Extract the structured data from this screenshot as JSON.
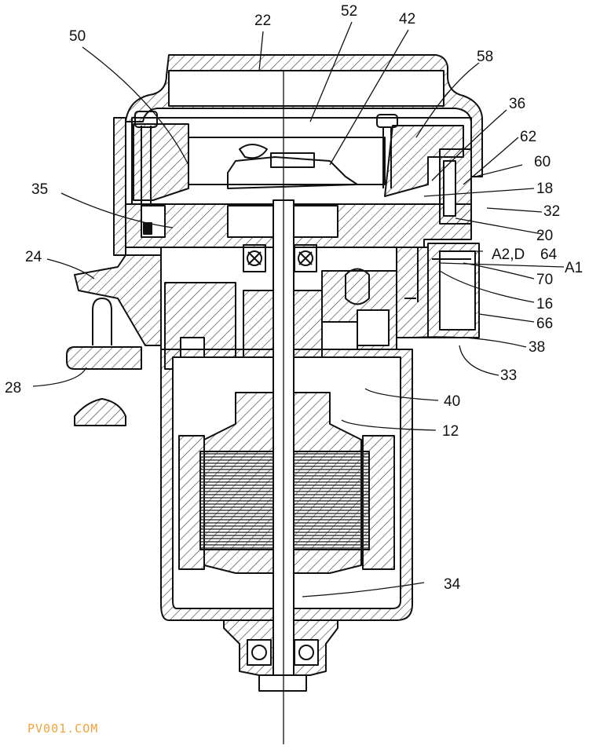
{
  "drawing": {
    "line_color": "#111111",
    "hatch_color": "#333333",
    "labels": {
      "l22": "22",
      "l52": "52",
      "l42": "42",
      "l50": "50",
      "l58": "58",
      "l36": "36",
      "l62": "62",
      "l60": "60",
      "l35": "35",
      "l18": "18",
      "l32": "32",
      "l20": "20",
      "l24": "24",
      "lA2D": "A2,D",
      "l64": "64",
      "lA1": "A1",
      "l70": "70",
      "l16": "16",
      "l66": "66",
      "l38": "38",
      "l33": "33",
      "l28": "28",
      "l40": "40",
      "l12": "12",
      "l34": "34"
    }
  },
  "watermark": {
    "text": "PV001.COM",
    "color": "#f2a23a"
  }
}
